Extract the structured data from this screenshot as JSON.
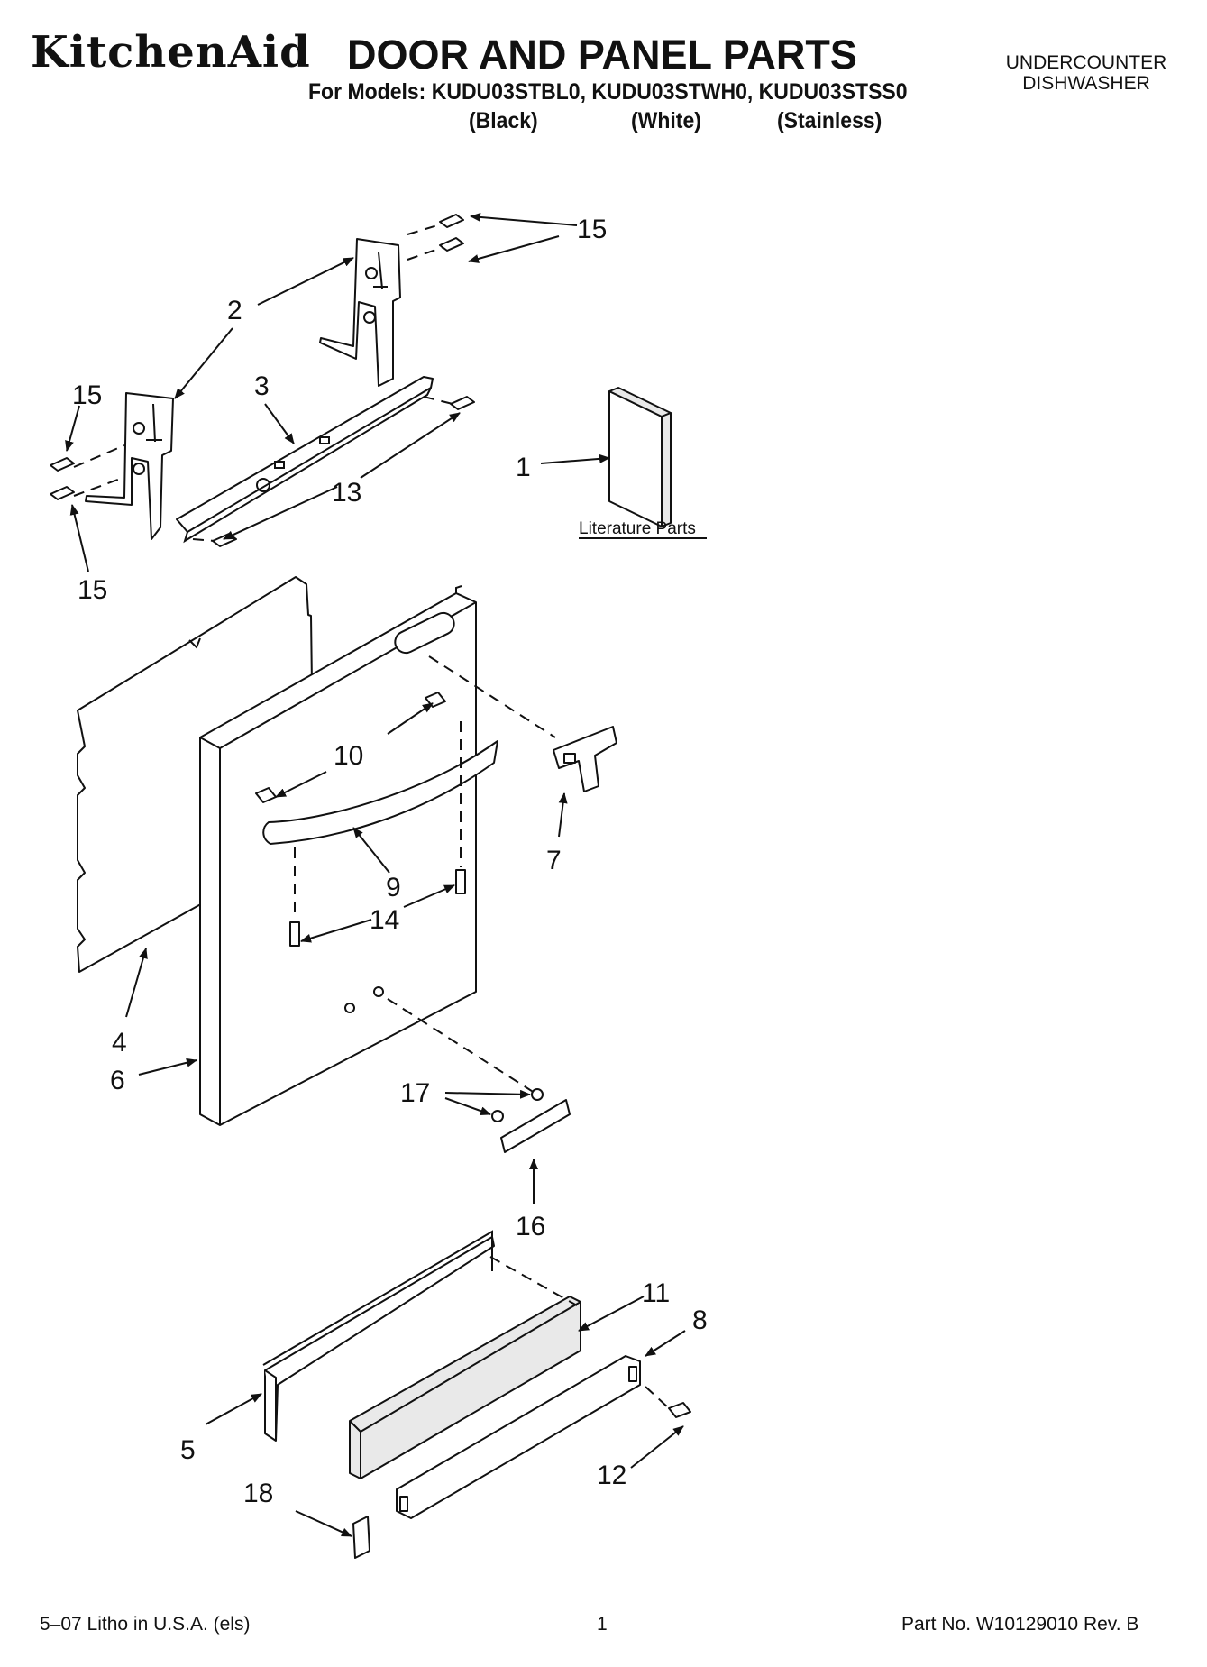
{
  "header": {
    "brand": "KitchenAid",
    "title": "DOOR AND PANEL PARTS",
    "models_line": "For Models: KUDU03STBL0, KUDU03STWH0, KUDU03STSS0",
    "variants": [
      "(Black)",
      "(White)",
      "(Stainless)"
    ],
    "appliance_type": [
      "UNDERCOUNTER",
      "DISHWASHER"
    ]
  },
  "diagram": {
    "literature_label": "Literature Parts",
    "callouts": [
      "15",
      "2",
      "15",
      "3",
      "1",
      "13",
      "15",
      "10",
      "7",
      "9",
      "14",
      "4",
      "6",
      "17",
      "16",
      "11",
      "8",
      "5",
      "18",
      "12"
    ]
  },
  "footer": {
    "left": "5–07 Litho in U.S.A. (els)",
    "center": "1",
    "right": "Part No. W10129010 Rev. B"
  }
}
